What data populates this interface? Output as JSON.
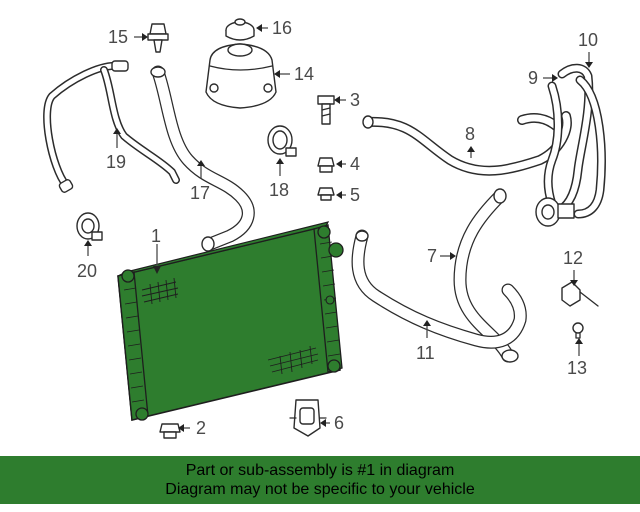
{
  "diagram": {
    "callouts": {
      "n1": "1",
      "n2": "2",
      "n3": "3",
      "n4": "4",
      "n5": "5",
      "n6": "6",
      "n7": "7",
      "n8": "8",
      "n9": "9",
      "n10": "10",
      "n11": "11",
      "n12": "12",
      "n13": "13",
      "n14": "14",
      "n15": "15",
      "n16": "16",
      "n17": "17",
      "n18": "18",
      "n19": "19",
      "n20": "20"
    },
    "highlight_color": "#2e7d2e"
  },
  "banner": {
    "line1": "Part or sub-assembly is #1 in diagram",
    "line2": "Diagram may not be specific to your vehicle"
  }
}
